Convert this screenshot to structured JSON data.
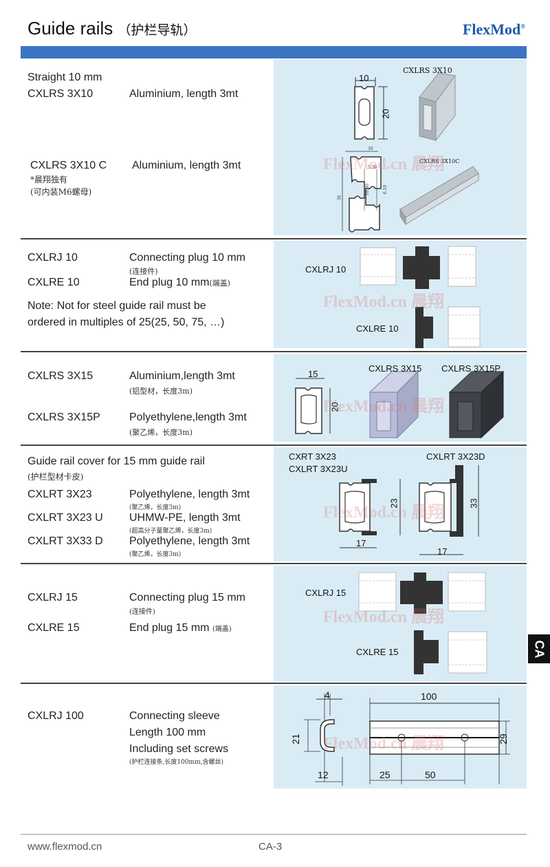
{
  "header": {
    "title": "Guide rails",
    "title_cn": "（护栏导轨）",
    "brand": "FlexMod",
    "brand_mark": "®"
  },
  "watermark": "FlexMod.cn 晨翔",
  "side_tab": "CA",
  "footer": {
    "url": "www.flexmod.cn",
    "page": "CA-3"
  },
  "s1": {
    "heading": "Straight 10 mm",
    "code1": "CXLRS 3X10",
    "desc1": "Aluminium, length 3mt",
    "code2": "CXLRS 3X10 C",
    "desc2": "Aluminium, length 3mt",
    "note1": "*晨翔独有",
    "note2": "(可内装M6螺母)",
    "img_label1": "CXLRS 3X10",
    "img_label2": "CXLRS 3X10C",
    "dim_w": "10",
    "dim_h": "20",
    "dim_s1": "30",
    "dim_s2": "5.30",
    "dim_s3": "10.30",
    "dim_s4": "6.10",
    "dim_s5": "30"
  },
  "s2": {
    "code1": "CXLRJ 10",
    "desc1": "Connecting plug 10 mm",
    "desc1_cn": "(连接件)",
    "code2": "CXLRE 10",
    "desc2": "End plug 10 mm",
    "desc2_cn": "(端盖)",
    "note_line1": "Note: Not for steel guide rail must be",
    "note_line2": "ordered in multiples of 25(25, 50, 75, …)",
    "img_label1": "CXLRJ 10",
    "img_label2": "CXLRE 10"
  },
  "s3": {
    "code1": "CXLRS 3X15",
    "desc1": "Aluminium,length 3mt",
    "desc1_cn": "(铝型材，长度3m)",
    "code2": "CXLRS 3X15P",
    "desc2": "Polyethylene,length 3mt",
    "desc2_cn": "(聚乙烯，长度3m)",
    "img_label1": "CXLRS 3X15",
    "img_label2": "CXLRS 3X15P",
    "dim_w": "15",
    "dim_h": "20"
  },
  "s4": {
    "heading": "Guide rail cover for 15 mm guide rail",
    "heading_cn": "(护栏型材卡皮)",
    "code1": "CXLRT 3X23",
    "desc1": "Polyethylene, length 3mt",
    "desc1_cn": "(聚乙烯，长度3m)",
    "code2": "CXLRT 3X23 U",
    "desc2": "UHMW-PE, length 3mt",
    "desc2_cn": "(超高分子量聚乙烯，长度3m)",
    "code3": "CXLRT 3X33 D",
    "desc3": "Polyethylene, length 3mt",
    "desc3_cn": "(聚乙烯，长度3m)",
    "img_label1": "CXRT 3X23",
    "img_label2": "CXLRT 3X23U",
    "img_label3": "CXLRT 3X23D",
    "dim1_h": "23",
    "dim1_w": "17",
    "dim2_h": "33",
    "dim2_w": "17"
  },
  "s5": {
    "code1": "CXLRJ 15",
    "desc1": "Connecting plug 15 mm",
    "desc1_cn": "(连接件)",
    "code2": "CXLRE 15",
    "desc2": "End plug 15 mm",
    "desc2_cn": "(端盖)",
    "img_label1": "CXLRJ 15",
    "img_label2": "CXLRE 15"
  },
  "s6": {
    "code1": "CXLRJ 100",
    "line1": "Connecting sleeve",
    "line2": "Length 100 mm",
    "line3": "Including set screws",
    "line_cn": "(护栏连接条,长度100mm,含螺丝)",
    "dim_4": "4",
    "dim_21": "21",
    "dim_12": "12",
    "dim_100": "100",
    "dim_29": "29",
    "dim_25": "25",
    "dim_50": "50"
  },
  "colors": {
    "accent": "#3b74c3",
    "panel": "#d9ecf6",
    "brand": "#1b5aa8"
  }
}
